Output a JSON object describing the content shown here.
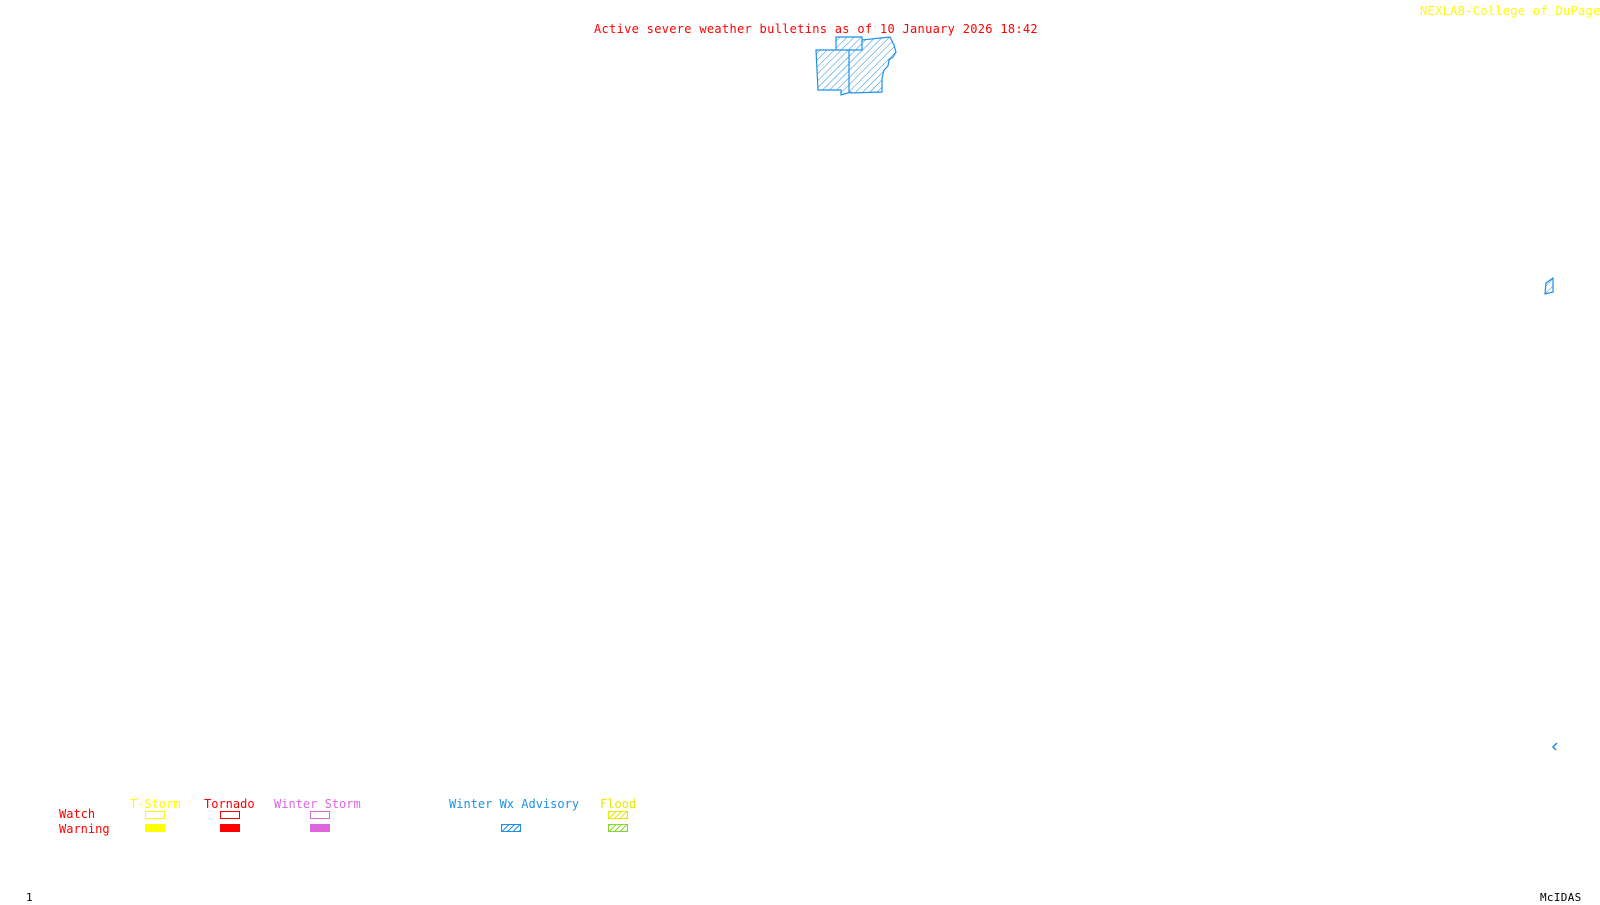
{
  "header": {
    "title": "Active severe weather bulletins as of 10 January 2026 18:42",
    "credit": "NEXLAB-College of DuPage",
    "credit_icon": "nexlab-logo-icon"
  },
  "footer": {
    "frame_number": "1",
    "software": "McIDAS"
  },
  "colors": {
    "title": "#ff0000",
    "credit": "#ffff00",
    "tstorm": "#ffff00",
    "tornado": "#ff0000",
    "winter_storm": "#dd66dd",
    "winter_wx_advisory": "#1e90e8",
    "flood_watch": "#e8e800",
    "flood_warning": "#88d830"
  },
  "legend": {
    "row_labels": {
      "watch": "Watch",
      "warning": "Warning"
    },
    "categories": [
      {
        "name": "T-Storm",
        "key": "tstorm",
        "watch": "outline",
        "warning": "filled"
      },
      {
        "name": "Tornado",
        "key": "tornado",
        "watch": "outline",
        "warning": "filled"
      },
      {
        "name": "Winter Storm",
        "key": "winter_storm",
        "watch": "outline",
        "warning": "filled"
      },
      {
        "name": "Winter Wx Advisory",
        "key": "winter_wx_advisory",
        "watch": "none",
        "warning": "hatched"
      },
      {
        "name": "Flood",
        "key": "flood",
        "watch": "hatched",
        "warning": "hatched"
      }
    ]
  },
  "active_areas": [
    {
      "type": "Winter Wx Advisory",
      "region": "north-central",
      "style": "hatched"
    },
    {
      "type": "Winter Wx Advisory",
      "region": "east-edge",
      "style": "hatched"
    },
    {
      "type": "Winter Wx Advisory",
      "region": "southeast-edge",
      "style": "hatched"
    }
  ]
}
